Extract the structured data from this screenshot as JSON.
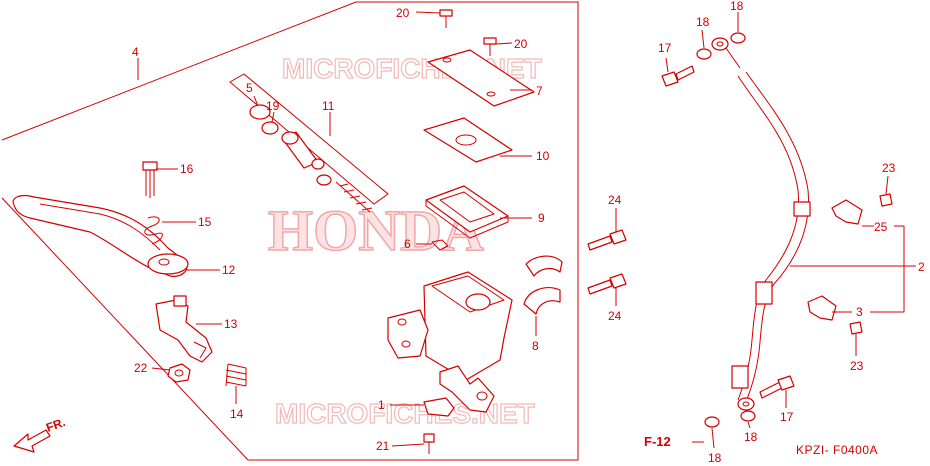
{
  "watermarks": {
    "brand": "HONDA",
    "site": "MICROFICHES.NET"
  },
  "diagram_code": "KPZI- F0400A",
  "ref_label": "F-12",
  "direction_label": "FR.",
  "callouts": {
    "c20a": "20",
    "c20b": "20",
    "c7": "7",
    "c10": "10",
    "c9": "9",
    "c5": "5",
    "c19": "19",
    "c11": "11",
    "c6": "6",
    "c4": "4",
    "c16": "16",
    "c15": "15",
    "c12": "12",
    "c13": "13",
    "c22": "22",
    "c14": "14",
    "c1": "1",
    "c21": "21",
    "c24a": "24",
    "c24b": "24",
    "c8": "8",
    "c17a": "17",
    "c18a": "18",
    "c18b": "18",
    "c23a": "23",
    "c25": "25",
    "c2": "2",
    "c3": "3",
    "c23b": "23",
    "c17b": "17",
    "c18c": "18",
    "c18d": "18"
  }
}
